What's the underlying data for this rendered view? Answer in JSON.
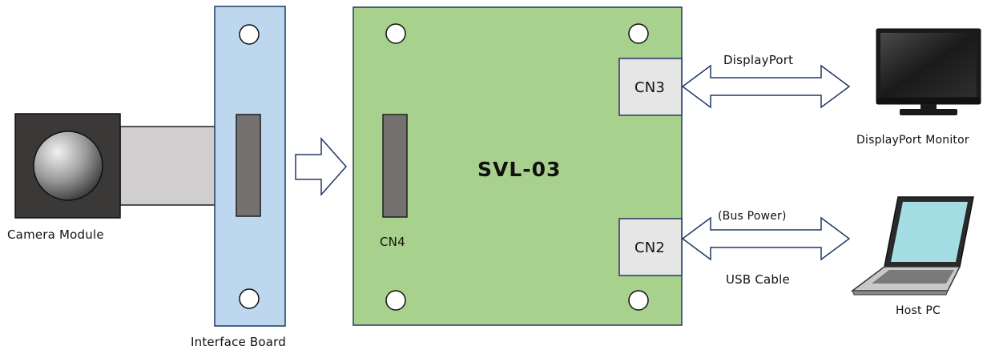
{
  "camera": {
    "label": "Camera Module"
  },
  "interface_board": {
    "label": "Interface Board"
  },
  "main_board": {
    "title": "SVL-03",
    "cn4_label": "CN4",
    "cn3_label": "CN3",
    "cn2_label": "CN2"
  },
  "display_link": {
    "label": "DisplayPort"
  },
  "usb_link": {
    "top_label": "(Bus Power)",
    "bottom_label": "USB Cable"
  },
  "monitor": {
    "label": "DisplayPort Monitor"
  },
  "host_pc": {
    "label": "Host PC"
  },
  "colors": {
    "interface_board": "#bdd7ee",
    "main_board": "#a9d18e",
    "connector": "#e7e6e6",
    "cable": "#d0cece",
    "connector_dark": "#767171",
    "camera_body": "#3b3838",
    "screen": "#a5dde5",
    "outline": "#1f3864"
  }
}
